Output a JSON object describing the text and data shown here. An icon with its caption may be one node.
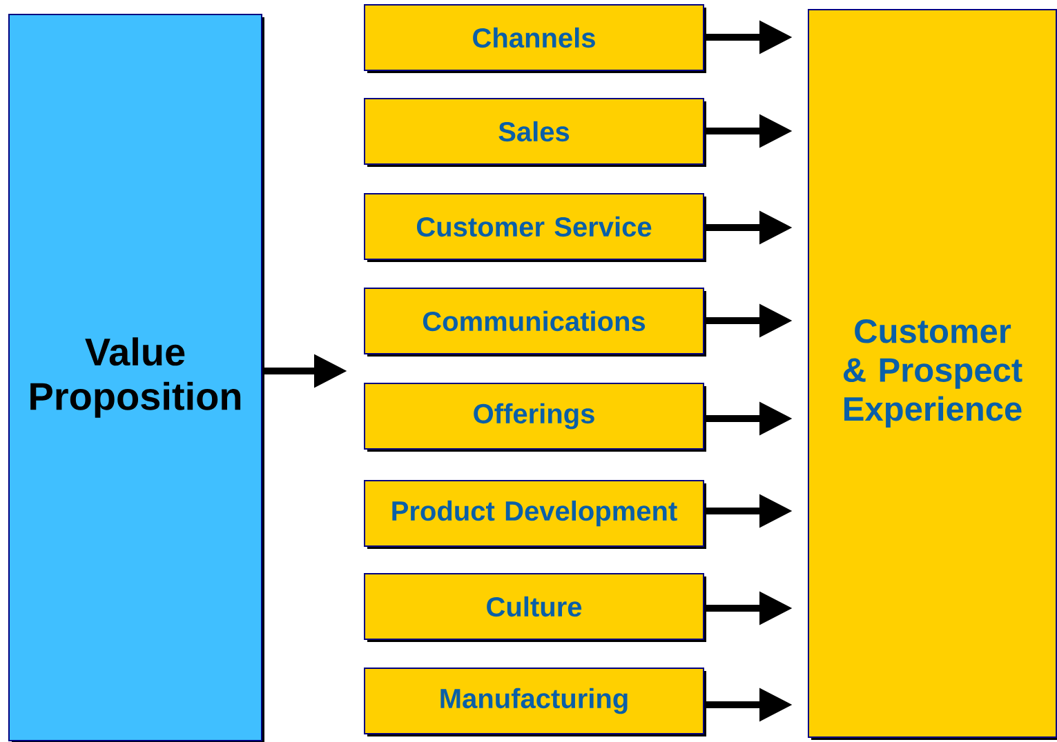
{
  "diagram": {
    "nodes": [
      {
        "text": [
          "Value Proposition"
        ]
      },
      {
        "text": [
          "Channels"
        ]
      },
      {
        "text": [
          "Sales"
        ]
      },
      {
        "text": [
          "Customer Service"
        ]
      },
      {
        "text": [
          "Communications"
        ]
      },
      {
        "text": [
          "Offerings"
        ]
      },
      {
        "text": [
          "Product Development"
        ]
      },
      {
        "text": [
          "Culture"
        ]
      },
      {
        "text": [
          "Manufacturing"
        ]
      },
      {
        "text": [
          "Customer & Prospect Experience"
        ]
      }
    ],
    "edges": [
      {
        "from": 0,
        "to": null,
        "arrow": "to"
      },
      {
        "from": 1,
        "to": 9,
        "arrow": "to"
      },
      {
        "from": 2,
        "to": 9,
        "arrow": "to"
      },
      {
        "from": 3,
        "to": 9,
        "arrow": "to"
      },
      {
        "from": 4,
        "to": 9,
        "arrow": "to"
      },
      {
        "from": 5,
        "to": 9,
        "arrow": "to"
      },
      {
        "from": 6,
        "to": 9,
        "arrow": "to"
      },
      {
        "from": 7,
        "to": 9,
        "arrow": "to"
      },
      {
        "from": 8,
        "to": 9,
        "arrow": "to"
      }
    ]
  }
}
